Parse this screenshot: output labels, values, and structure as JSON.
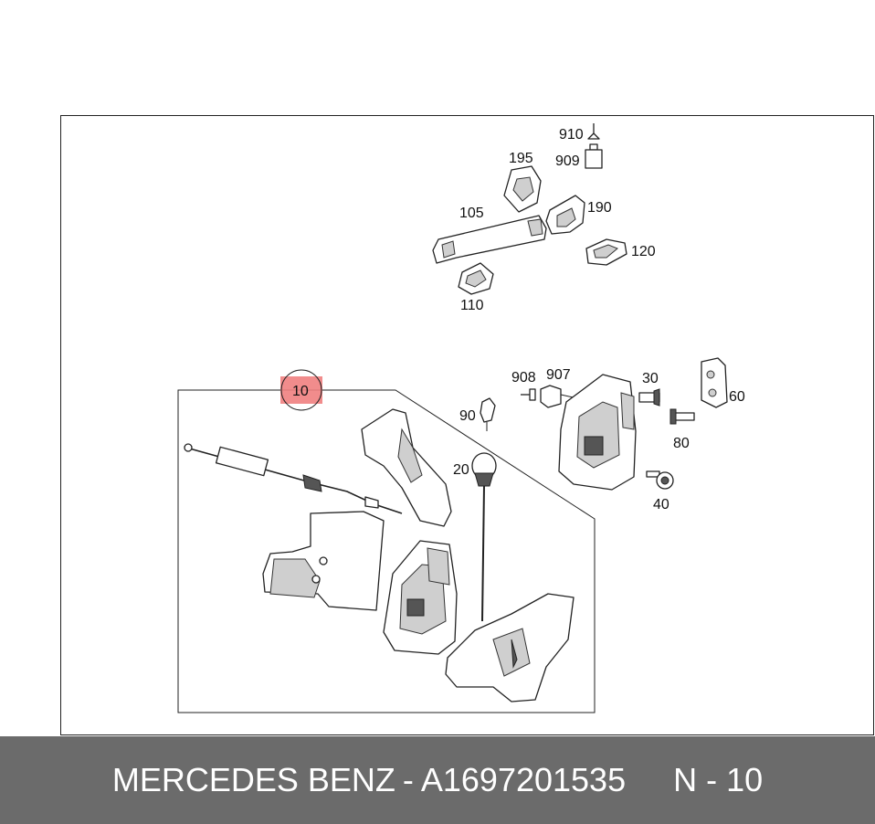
{
  "labels": {
    "p910": "910",
    "p909": "909",
    "p195": "195",
    "p190": "190",
    "p105": "105",
    "p120": "120",
    "p110": "110",
    "p10": "10",
    "p908": "908",
    "p907": "907",
    "p30": "30",
    "p60": "60",
    "p90": "90",
    "p80": "80",
    "p20": "20",
    "p40": "40"
  },
  "highlight_color": "#f08080",
  "footer": {
    "brand": "MERCEDES BENZ",
    "separator": "-",
    "part_number": "A1697201535",
    "position": "N - 10"
  }
}
